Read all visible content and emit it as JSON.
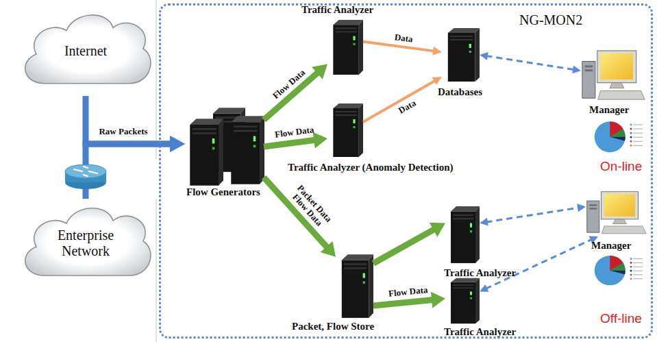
{
  "diagram": {
    "nodes": [
      {
        "text": [
          "Internet"
        ]
      },
      {
        "text": [
          "Enterprise Network"
        ]
      },
      {
        "text": [
          "NG-MON2"
        ]
      },
      {
        "text": [
          "Flow Generators"
        ],
        "in": 2
      },
      {
        "text": [
          "Traffic Analyzer"
        ],
        "in": 2
      },
      {
        "text": [
          "Traffic Analyzer (Anomaly Detection)"
        ],
        "in": 2
      },
      {
        "text": [
          "Databases"
        ],
        "in": 2
      },
      {
        "text": [
          "Manager"
        ],
        "in": 2
      },
      {
        "text": [
          "Packet, Flow Store"
        ],
        "in": 2
      },
      {
        "text": [
          "Traffic Analyzer"
        ],
        "in": 2
      },
      {
        "text": [
          "Traffic Analyzer"
        ],
        "in": 2
      },
      {
        "text": [
          "Manager"
        ],
        "in": 2
      }
    ],
    "edges": [
      {
        "from": 0,
        "to": 3,
        "arrow": "to",
        "label": "Raw Packets"
      },
      {
        "from": 1,
        "to": 3,
        "arrow": "to"
      },
      {
        "from": 3,
        "to": 4,
        "arrow": "to",
        "label": "Flow Data"
      },
      {
        "from": 3,
        "to": 5,
        "arrow": "to",
        "label": "Flow Data"
      },
      {
        "from": 4,
        "to": 6,
        "arrow": "to",
        "label": "Data"
      },
      {
        "from": 5,
        "to": 6,
        "arrow": "to",
        "label": "Data"
      },
      {
        "from": 6,
        "to": 7,
        "arrow": "both"
      },
      {
        "from": 3,
        "to": 8,
        "arrow": "to",
        "label": "Packet Data Flow Data"
      },
      {
        "from": 8,
        "to": 9,
        "arrow": "to"
      },
      {
        "from": 8,
        "to": 10,
        "arrow": "to",
        "label": "Flow Data"
      },
      {
        "from": 9,
        "to": 11,
        "arrow": "both"
      },
      {
        "from": 10,
        "to": 11,
        "arrow": "both"
      }
    ],
    "labels": [
      "On-line",
      "Off-line"
    ]
  }
}
